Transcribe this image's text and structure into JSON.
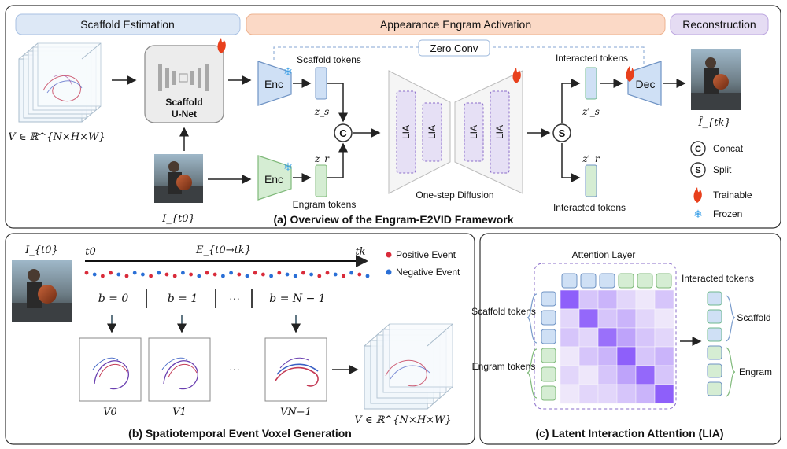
{
  "panel_a": {
    "stage_scaffold": "Scaffold Estimation",
    "stage_activation": "Appearance Engram Activation",
    "stage_reconstruction": "Reconstruction",
    "unet_line1": "Scaffold",
    "unet_line2": "U-Net",
    "enc": "Enc",
    "dec": "Dec",
    "zero_conv": "Zero Conv",
    "scaffold_tokens": "Scaffold tokens",
    "engram_tokens": "Engram tokens",
    "interacted_tokens": "Interacted tokens",
    "lia": "LIA",
    "one_step_diffusion": "One-step Diffusion",
    "concat_symbol": "C",
    "split_symbol": "S",
    "voxel_label": "V ∈ ℝ^{N×H×W}",
    "input_label": "I_{t0}",
    "output_label": "Î_{tk}",
    "zs": "z_s",
    "zr": "z_r",
    "zs_prime": "z'_s",
    "zr_prime": "z'_r",
    "legend": {
      "concat": "Concat",
      "split": "Split",
      "trainable": "Trainable",
      "frozen": "Frozen"
    },
    "caption": "(a) Overview of the Engram-E2VID Framework"
  },
  "panel_b": {
    "input_label": "I_{t0}",
    "t0": "t0",
    "tk": "tk",
    "event_label": "E_{t0→tk}",
    "positive_event": "Positive Event",
    "negative_event": "Negative Event",
    "bins": [
      "b = 0",
      "b = 1",
      "···",
      "b = N − 1"
    ],
    "voxels": [
      "V0",
      "V1",
      "···",
      "VN−1"
    ],
    "output_label": "V ∈ ℝ^{N×H×W}",
    "caption": "(b) Spatiotemporal Event Voxel Generation"
  },
  "panel_c": {
    "attention_layer": "Attention Layer",
    "scaffold_tokens": "Scaffold tokens",
    "engram_tokens": "Engram tokens",
    "interacted_tokens": "Interacted tokens",
    "scaffold": "Scaffold",
    "engram": "Engram",
    "caption": "(c) Latent Interaction Attention (LIA)"
  },
  "colors": {
    "positive": "#d92b3a",
    "negative": "#2a6fd6",
    "blue_token": "#cfe0f5",
    "green_token": "#d5edd3",
    "lia_fill": "#e6e0f5",
    "lia_stroke": "#8a6cc9",
    "trainable": "#e8401c",
    "frozen": "#3aa0e8"
  }
}
